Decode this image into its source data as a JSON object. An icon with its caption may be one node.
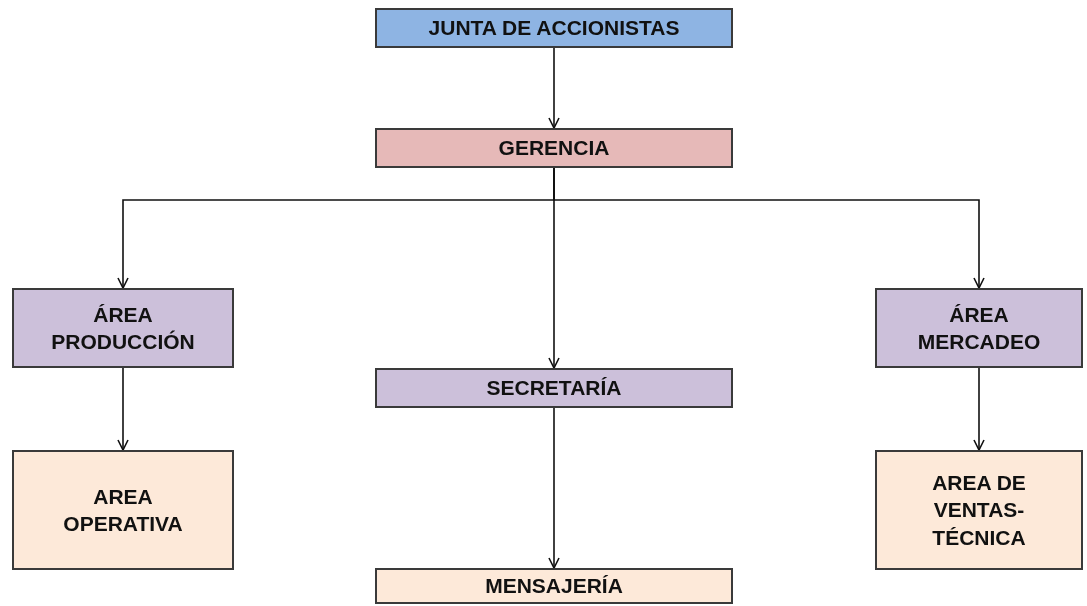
{
  "diagram": {
    "nodes": [
      {
        "text": [
          "JUNTA DE ACCIONISTAS"
        ]
      },
      {
        "text": [
          "GERENCIA"
        ]
      },
      {
        "text": [
          "ÁREA PRODUCCIÓN"
        ]
      },
      {
        "text": [
          "ÁREA MERCADEO"
        ]
      },
      {
        "text": [
          "SECRETARÍA"
        ]
      },
      {
        "text": [
          "AREA OPERATIVA"
        ]
      },
      {
        "text": [
          "AREA DE VENTAS- TÉCNICA"
        ]
      },
      {
        "text": [
          "MENSAJERÍA"
        ]
      }
    ],
    "edges": [
      {
        "from": 0,
        "to": 1,
        "arrow": "to"
      },
      {
        "from": 1,
        "to": 2,
        "arrow": "to"
      },
      {
        "from": 1,
        "to": 4,
        "arrow": "to"
      },
      {
        "from": 1,
        "to": 3,
        "arrow": "to"
      },
      {
        "from": 2,
        "to": 5,
        "arrow": "to"
      },
      {
        "from": 4,
        "to": 7,
        "arrow": "to"
      },
      {
        "from": 3,
        "to": 6,
        "arrow": "to"
      }
    ]
  }
}
